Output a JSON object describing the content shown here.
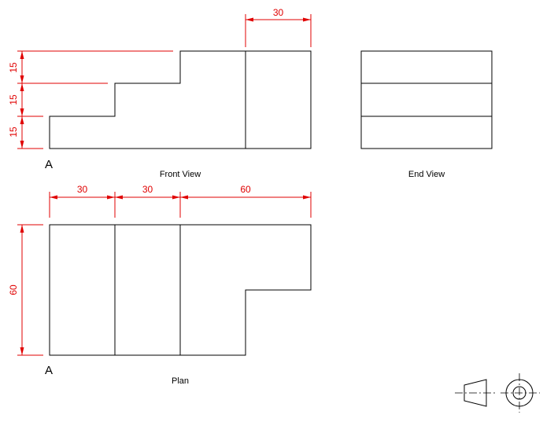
{
  "views": {
    "front": {
      "caption": "Front View",
      "ref_letter": "A"
    },
    "end": {
      "caption": "End View"
    },
    "plan": {
      "caption": "Plan",
      "ref_letter": "A"
    }
  },
  "dimensions": {
    "front_top_width": "30",
    "front_step_height_1": "15",
    "front_step_height_2": "15",
    "front_step_height_3": "15",
    "plan_width_1": "30",
    "plan_width_2": "30",
    "plan_width_3": "60",
    "plan_depth": "60"
  },
  "colors": {
    "object_line": "#000000",
    "dimension": "#e00000",
    "background": "#ffffff"
  },
  "symbols": {
    "projection_symbol": "third-angle-projection-icon"
  }
}
